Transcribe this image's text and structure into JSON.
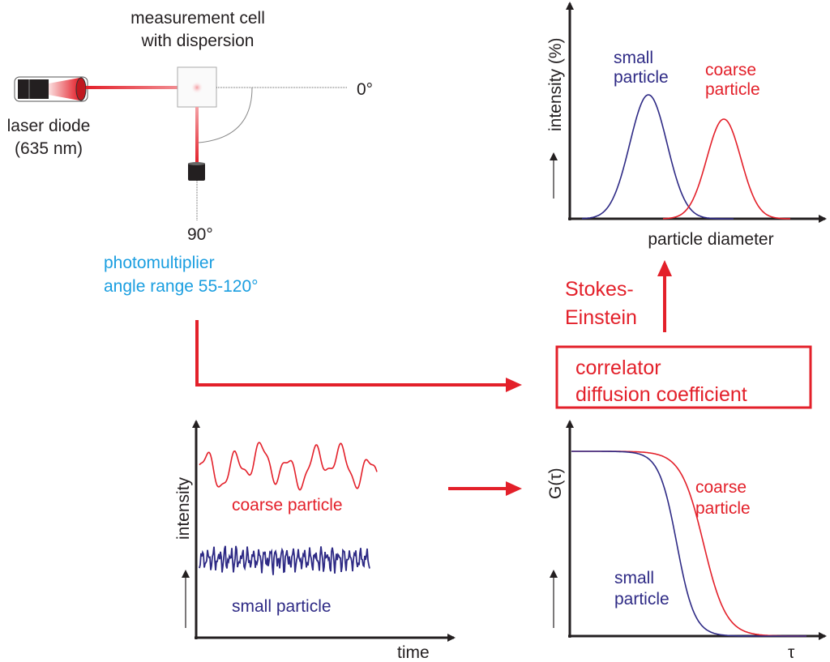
{
  "setup": {
    "cell_label": [
      "measurement cell",
      "with dispersion"
    ],
    "laser_label": [
      "laser diode",
      "(635 nm)"
    ],
    "angle_0": "0°",
    "angle_90": "90°",
    "detector_label": [
      "photomultiplier",
      "angle range 55-120°"
    ]
  },
  "correlator_box": [
    "correlator",
    "diffusion coefficient"
  ],
  "stokes_einstein": [
    "Stokes-",
    "Einstein"
  ],
  "size_plot": {
    "ylabel": "intensity (%)",
    "xlabel": "particle diameter",
    "small_label": [
      "small",
      "particle"
    ],
    "coarse_label": [
      "coarse",
      "particle"
    ]
  },
  "signal_plot": {
    "ylabel": "intensity",
    "xlabel": "time",
    "coarse_label": "coarse particle",
    "small_label": "small particle"
  },
  "correlation_plot": {
    "ylabel": "G(τ)",
    "xlabel": "τ",
    "coarse_label": [
      "coarse",
      "particle"
    ],
    "small_label": [
      "small",
      "particle"
    ]
  },
  "colors": {
    "red": "#e3202a",
    "navy": "#2e2a85",
    "blue": "#1a9ee0",
    "dark": "#231f20"
  }
}
